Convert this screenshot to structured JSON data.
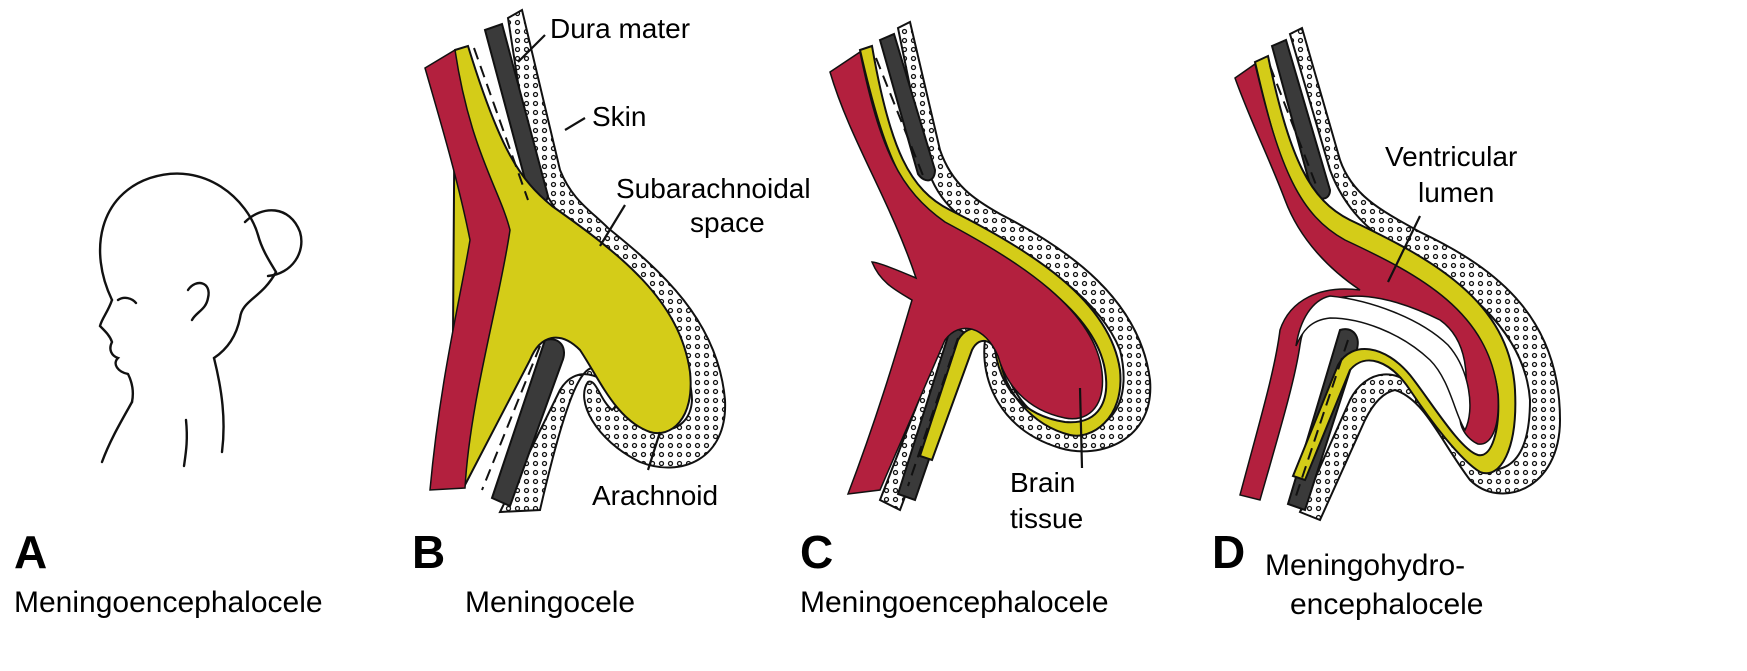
{
  "panels": [
    {
      "letter": "A",
      "caption": "Meningoencephalocele"
    },
    {
      "letter": "B",
      "caption": "Meningocele"
    },
    {
      "letter": "C",
      "caption": "Meningoencephalocele"
    },
    {
      "letter": "D",
      "caption_line1": "Meningohydro-",
      "caption_line2": "encephalocele"
    }
  ],
  "labels": {
    "dura_mater": "Dura mater",
    "skin": "Skin",
    "subarachnoidal_line1": "Subarachnoidal",
    "subarachnoidal_line2": "space",
    "arachnoid": "Arachnoid",
    "brain_line1": "Brain",
    "brain_line2": "tissue",
    "ventricular_line1": "Ventricular",
    "ventricular_line2": "lumen"
  },
  "colors": {
    "brain": "#b3203e",
    "csf": "#d4cc18",
    "bone": "#3a3a3a",
    "outline": "#111111"
  }
}
